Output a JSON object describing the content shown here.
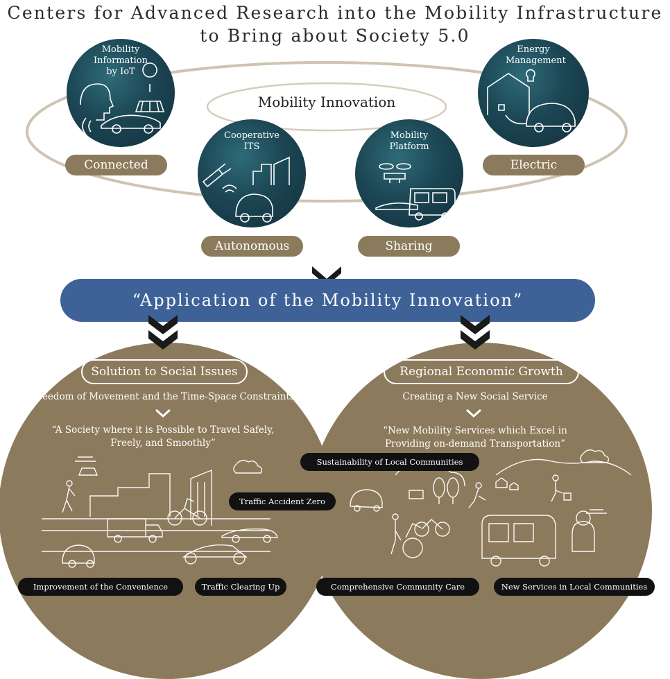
{
  "title": {
    "line1": "Centers for Advanced Research into the Mobility Infrastructure",
    "line2": "to Bring about Society 5.0"
  },
  "innovation": {
    "center_label": "Mobility Innovation",
    "circles": [
      {
        "label": "Mobility Information by IoT",
        "pill": "Connected"
      },
      {
        "label": "Cooperative ITS",
        "pill": "Autonomous"
      },
      {
        "label": "Mobility Platform",
        "pill": "Sharing"
      },
      {
        "label": "Energy Management",
        "pill": "Electric"
      }
    ]
  },
  "banner": "“Application of the Mobility Innovation”",
  "left": {
    "heading": "Solution to Social Issues",
    "subheading": "Freedom of Movement and the Time-Space Constraints",
    "quote": "“A Society where it is Possible to Travel Safely, Freely, and Smoothly”",
    "tags": [
      "Traffic Accident Zero",
      "Improvement of the Convenience",
      "Traffic Clearing Up"
    ]
  },
  "right": {
    "heading": "Regional Economic Growth",
    "subheading": "Creating a New Social Service",
    "quote": "“New Mobility Services which Excel in Providing on-demand Transportation”",
    "tags": [
      "Sustainability of Local Communities",
      "Comprehensive Community Care",
      "New Services in Local Communities"
    ]
  },
  "colors": {
    "banner": "#3e6297",
    "tan": "#8c7a5c",
    "circle_dark": "#1c4654",
    "tag_black": "#111111"
  }
}
